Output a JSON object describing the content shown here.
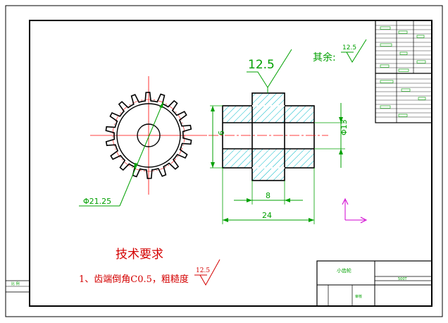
{
  "colors": {
    "border": "#000000",
    "outline": "#000000",
    "dimension": "#00a000",
    "centerline": "#ff0000",
    "hatch": "#00b8c8",
    "gear": "#000000",
    "text_red": "#d40000",
    "axis_marker": "#d000d0"
  },
  "dimensions": {
    "pitch_diameter": "Φ21.25",
    "bore_diameter": "6",
    "hub_length": "8",
    "total_length": "24",
    "hub_diameter": "Φ13"
  },
  "roughness": {
    "hub_face": "12.5",
    "remainder_label": "其余:",
    "remainder_value": "12.5",
    "note_value": "12.5"
  },
  "notes": {
    "title": "技术要求",
    "item1": "1、齿端倒角C0.5，粗糙度"
  },
  "title_block": {
    "part_name": "小齿轮",
    "scale": "500T",
    "drawn_label": "审核",
    "left_tab": "比 例"
  }
}
